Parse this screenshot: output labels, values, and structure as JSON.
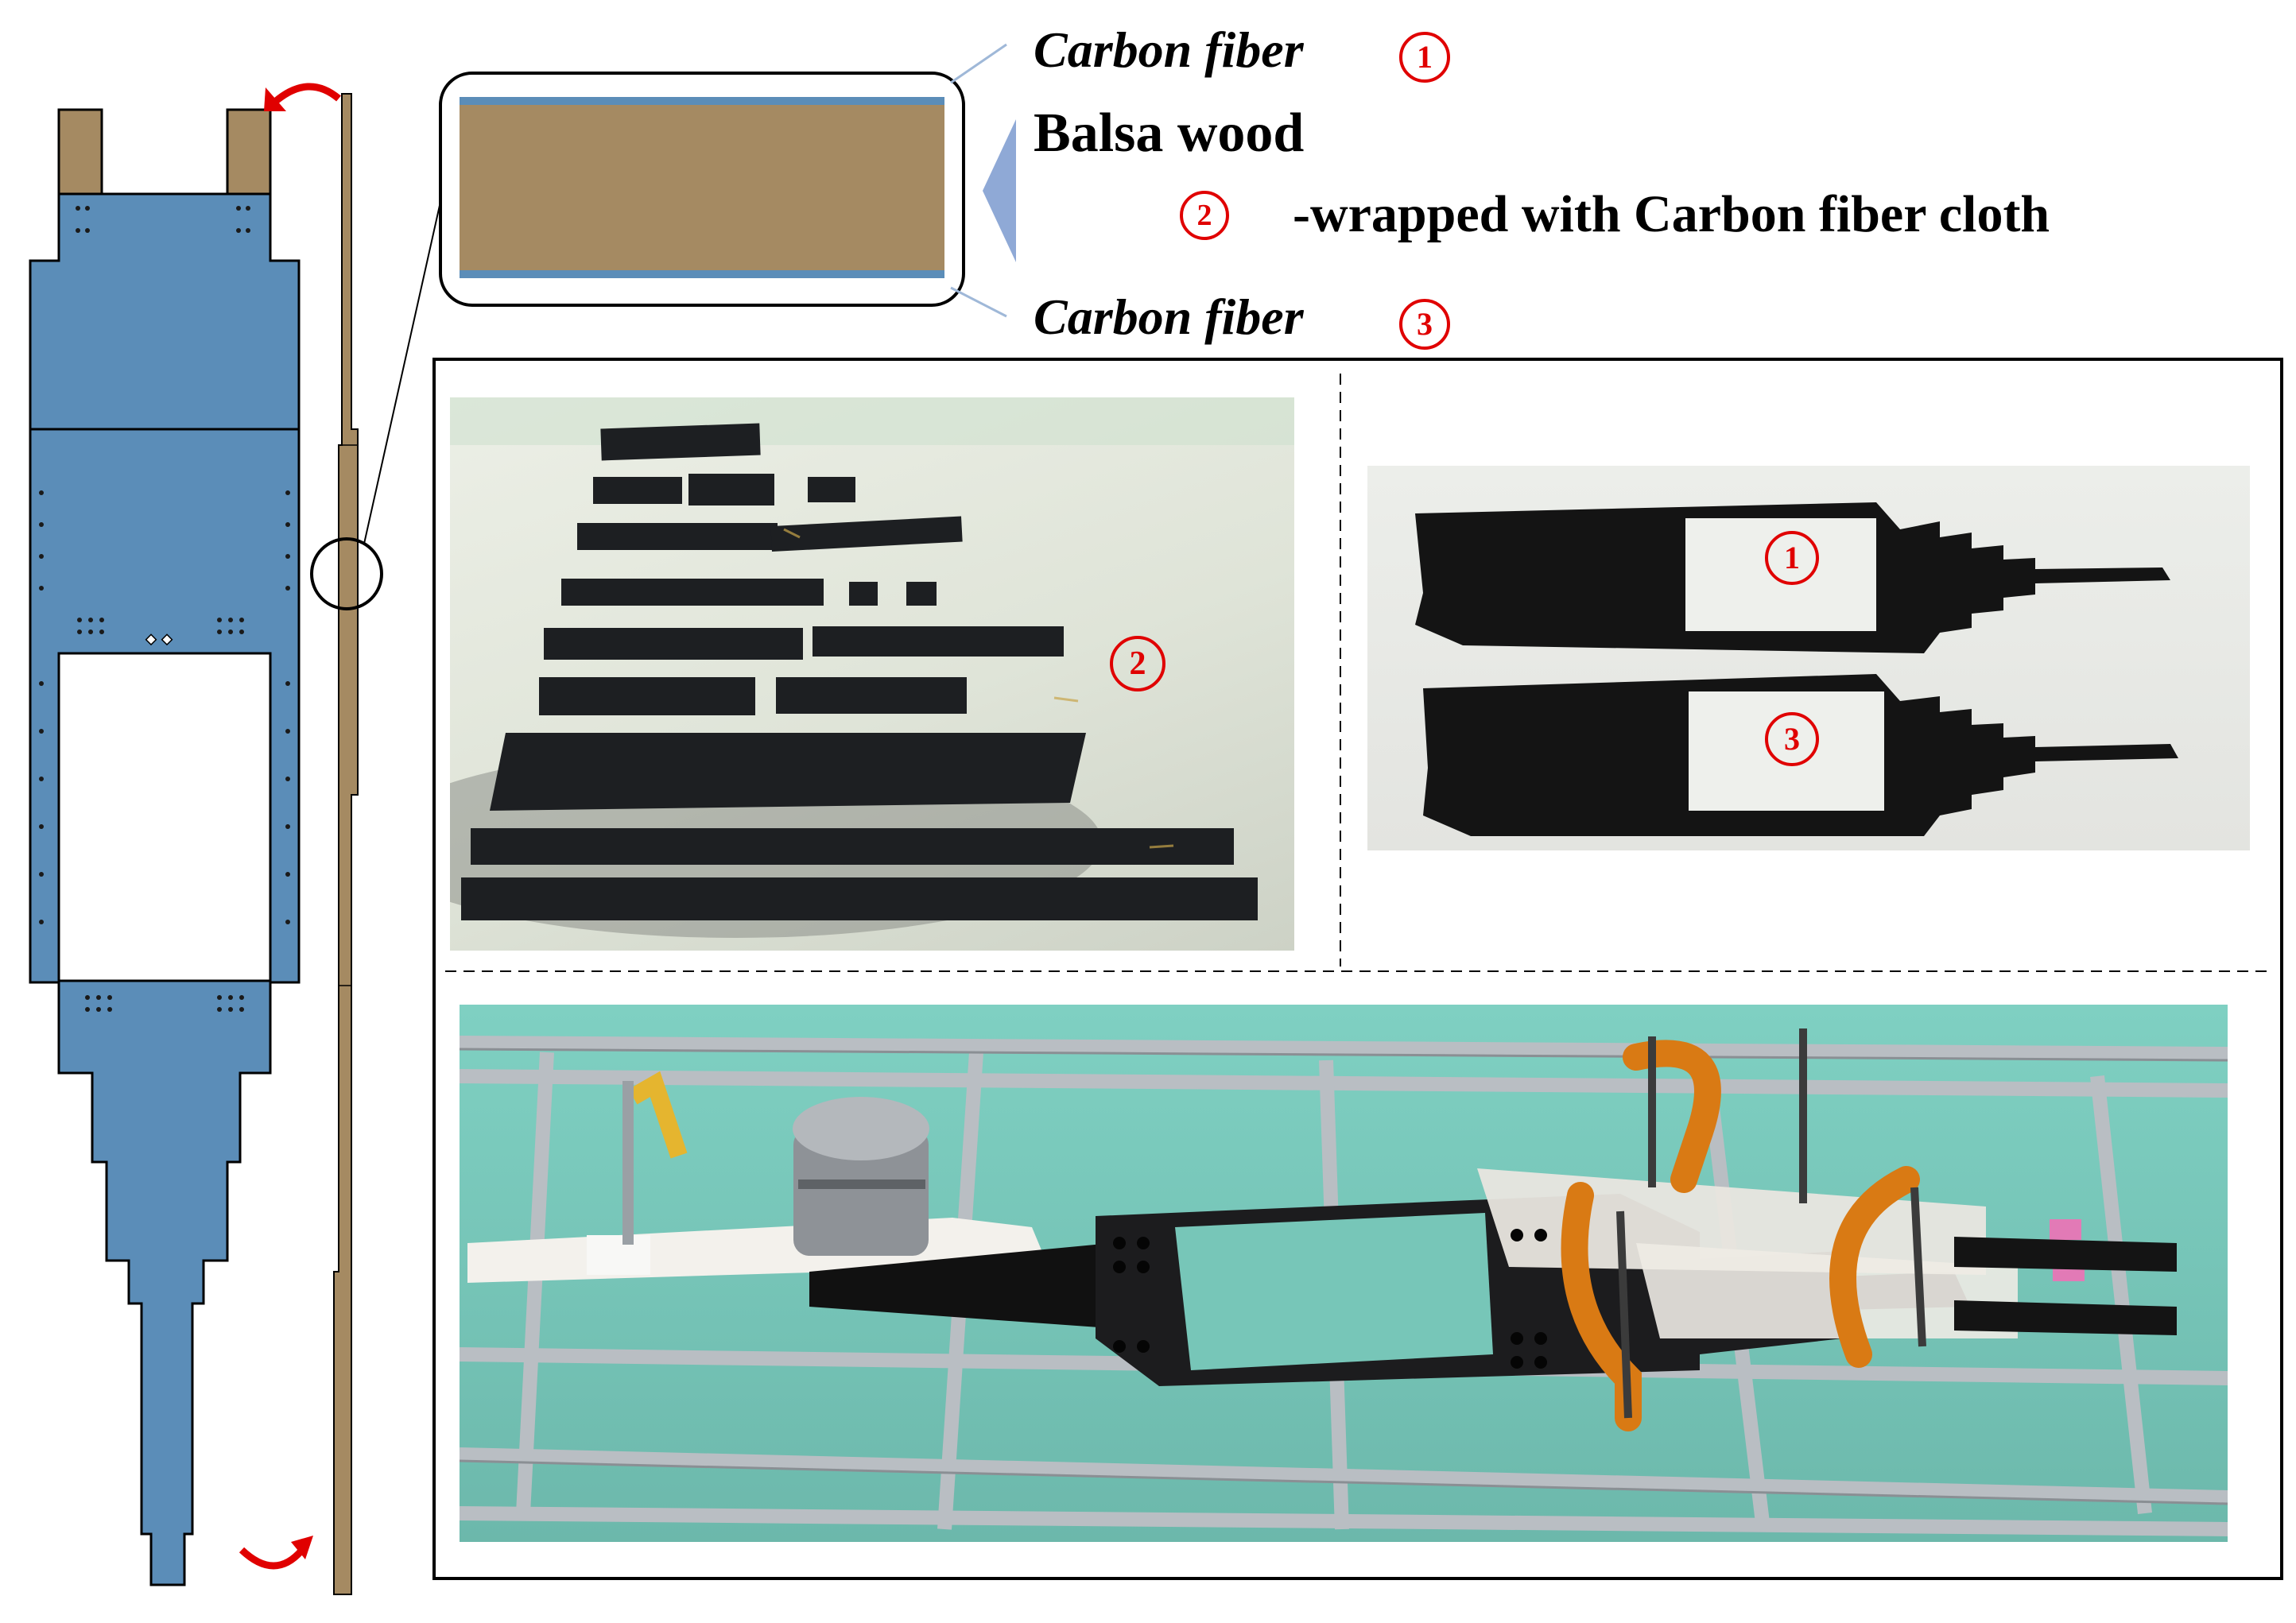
{
  "colors": {
    "carbon_blue": "#5b8db8",
    "balsa_tan": "#a58a62",
    "marker_red": "#e00000",
    "frame_black": "#000000"
  },
  "labels": {
    "carbon_fiber_1": "Carbon fiber",
    "balsa_wood": "Balsa wood",
    "wrapped": "-wrapped with Carbon fiber cloth",
    "carbon_fiber_3": "Carbon fiber"
  },
  "markers": {
    "m1": "1",
    "m2": "2",
    "m3": "3"
  }
}
